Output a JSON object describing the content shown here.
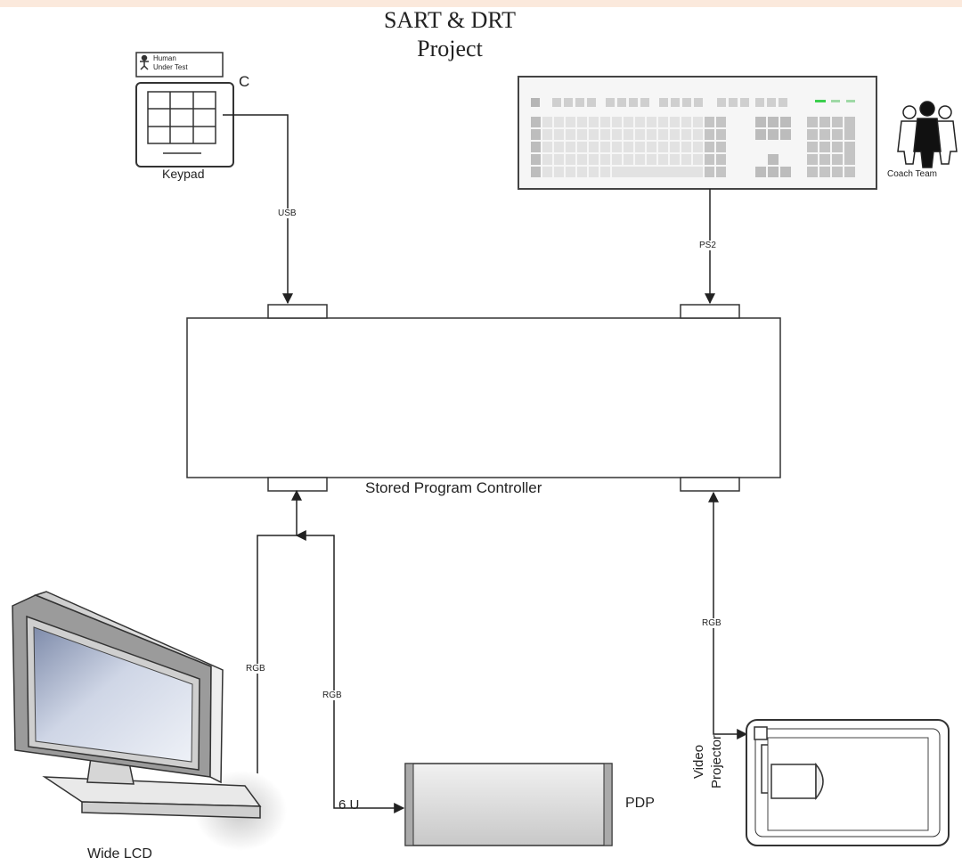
{
  "title": {
    "line1": "SART & DRT",
    "line2": "Project"
  },
  "keypad": {
    "badge_line1": "Human",
    "badge_line2": "Under Test",
    "marker": "C",
    "label": "Keypad"
  },
  "coach_team": {
    "label": "Coach Team"
  },
  "controller": {
    "label": "Stored Program Controller"
  },
  "connections": {
    "usb": "USB",
    "ps2": "PS2",
    "rgb_lcd": "RGB",
    "rgb_pdp": "RGB",
    "rgb_projector": "RGB",
    "pdp_port": "6 U"
  },
  "devices": {
    "lcd": "Wide LCD",
    "pdp": "PDP",
    "projector_line1": "Video",
    "projector_line2": "Projector"
  },
  "colors": {
    "line": "#222222",
    "keyboard_led": "#3ccf4e",
    "title_strip": "#fbe9dc"
  }
}
